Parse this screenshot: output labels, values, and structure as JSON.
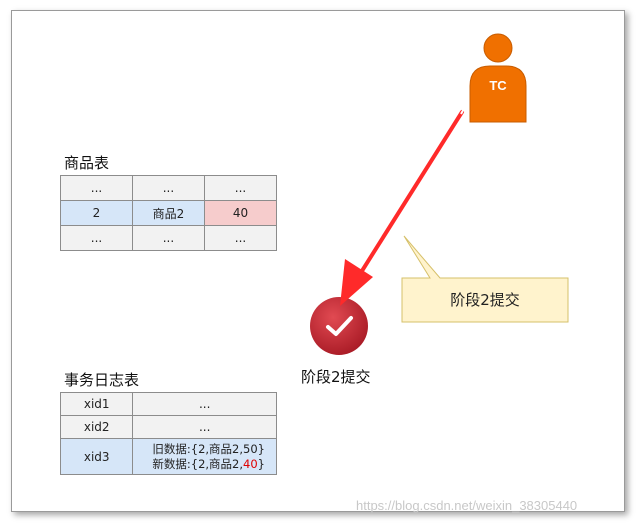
{
  "product_table": {
    "title": "商品表",
    "rows": [
      [
        "...",
        "...",
        "..."
      ],
      [
        "2",
        "商品2",
        "40"
      ],
      [
        "...",
        "...",
        "..."
      ]
    ]
  },
  "tx_log_table": {
    "title": "事务日志表",
    "rows": [
      {
        "xid": "xid1",
        "value": "..."
      },
      {
        "xid": "xid2",
        "value": "..."
      },
      {
        "xid": "xid3",
        "old_prefix": "旧数据:{2,商品2,50}",
        "new_prefix": "新数据:{2,商品2,",
        "new_highlight": "40",
        "new_suffix": "}"
      }
    ]
  },
  "coordinator": {
    "label": "TC",
    "color": "#f07000"
  },
  "callout": {
    "text": "阶段2提交"
  },
  "status": {
    "label": "阶段2提交"
  },
  "colors": {
    "arrow": "#ff2a2a",
    "check": "#c92632",
    "highlight_cell": "#f6cccc",
    "selected_row": "#d6e6f8"
  },
  "watermark": "https://blog.csdn.net/weixin_38305440"
}
